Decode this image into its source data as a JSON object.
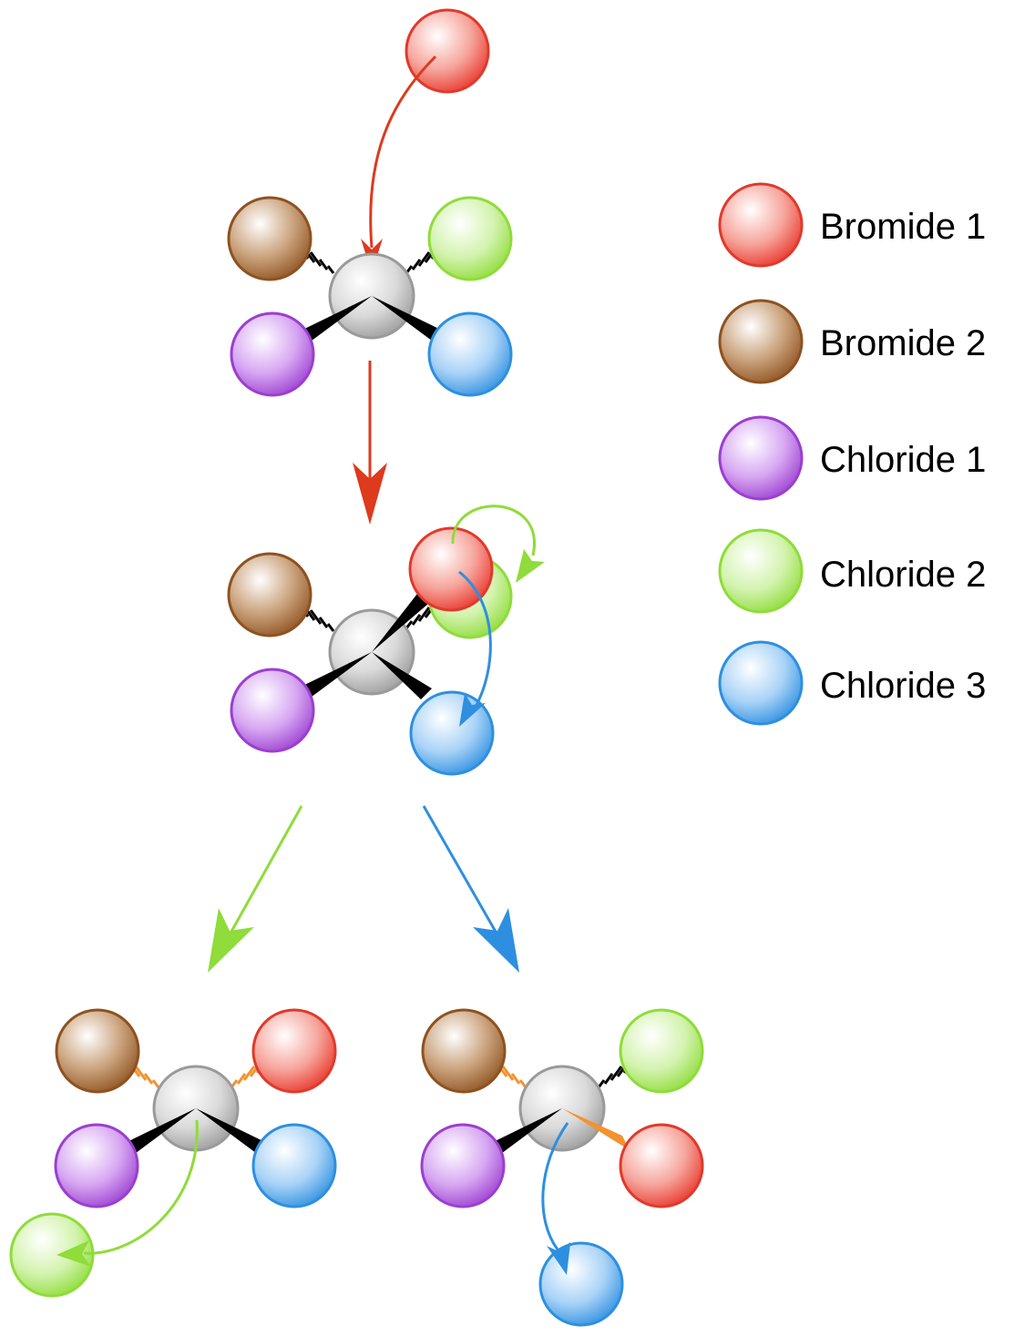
{
  "legend": {
    "items": [
      {
        "label": "Bromide 1",
        "color": "#e8352a"
      },
      {
        "label": "Bromide 2",
        "color": "#9a5a1f"
      },
      {
        "label": "Chloride 1",
        "color": "#9b3fd0"
      },
      {
        "label": "Chloride 2",
        "color": "#8fdc3a"
      },
      {
        "label": "Chloride 3",
        "color": "#2e8fe0"
      }
    ]
  },
  "colors": {
    "carbon": "#b3b3b3",
    "bond": "#000000",
    "new_bond": "#f4922f",
    "arrow_red": "#dd3a1e",
    "arrow_green": "#8fdc3a",
    "arrow_blue": "#2e8fe0"
  }
}
